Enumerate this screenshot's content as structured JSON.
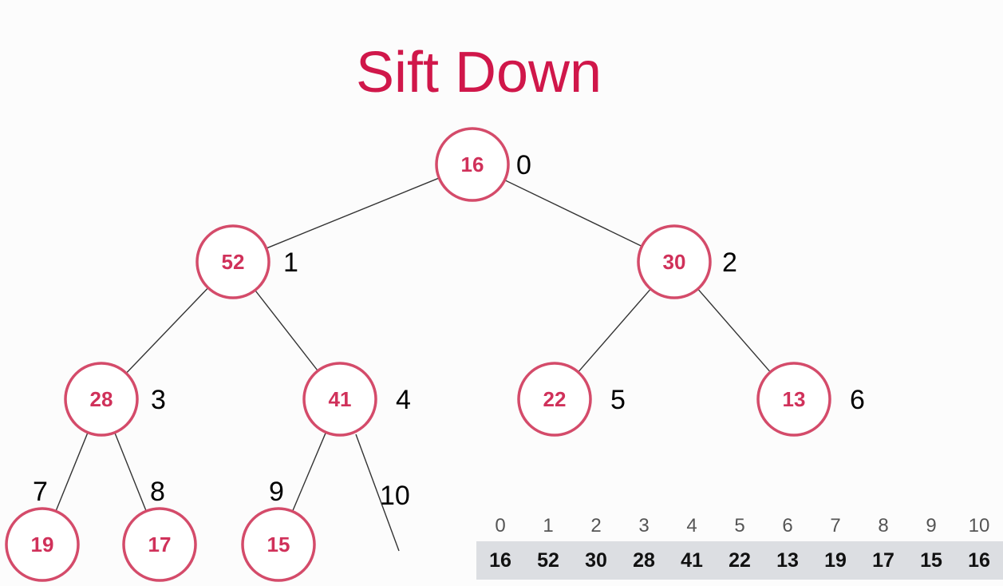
{
  "title": "Sift Down",
  "tree": {
    "nodes": [
      {
        "value": "16",
        "index": "0"
      },
      {
        "value": "52",
        "index": "1"
      },
      {
        "value": "30",
        "index": "2"
      },
      {
        "value": "28",
        "index": "3"
      },
      {
        "value": "41",
        "index": "4"
      },
      {
        "value": "22",
        "index": "5"
      },
      {
        "value": "13",
        "index": "6"
      },
      {
        "value": "19",
        "index": "7"
      },
      {
        "value": "17",
        "index": "8"
      },
      {
        "value": "15",
        "index": "9"
      }
    ],
    "trailing_edge_index": "10"
  },
  "array": {
    "indices": [
      "0",
      "1",
      "2",
      "3",
      "4",
      "5",
      "6",
      "7",
      "8",
      "9",
      "10"
    ],
    "values": [
      "16",
      "52",
      "30",
      "28",
      "41",
      "22",
      "13",
      "19",
      "17",
      "15",
      "16"
    ]
  },
  "colors": {
    "title": "#d0174a",
    "node_stroke": "#d44b6a",
    "node_text": "#d0315a",
    "array_bg": "#dcdee2"
  }
}
